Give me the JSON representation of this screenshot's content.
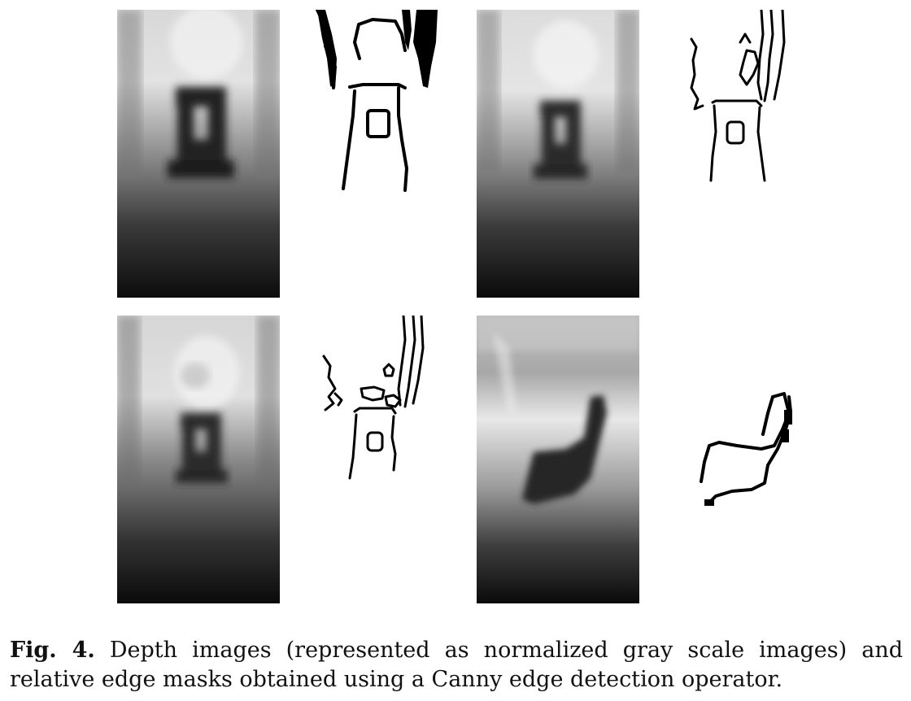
{
  "figure": {
    "panels": [
      {
        "position": "top-left",
        "kind": "depth"
      },
      {
        "position": "top-left",
        "kind": "edge"
      },
      {
        "position": "top-right",
        "kind": "depth"
      },
      {
        "position": "top-right",
        "kind": "edge"
      },
      {
        "position": "bottom-left",
        "kind": "depth"
      },
      {
        "position": "bottom-left",
        "kind": "edge"
      },
      {
        "position": "bottom-right",
        "kind": "depth"
      },
      {
        "position": "bottom-right",
        "kind": "edge"
      }
    ]
  },
  "caption": {
    "label": "Fig. 4.",
    "text": " Depth images (represented as normalized gray scale images) and relative edge masks obtained using a Canny edge detection operator."
  }
}
